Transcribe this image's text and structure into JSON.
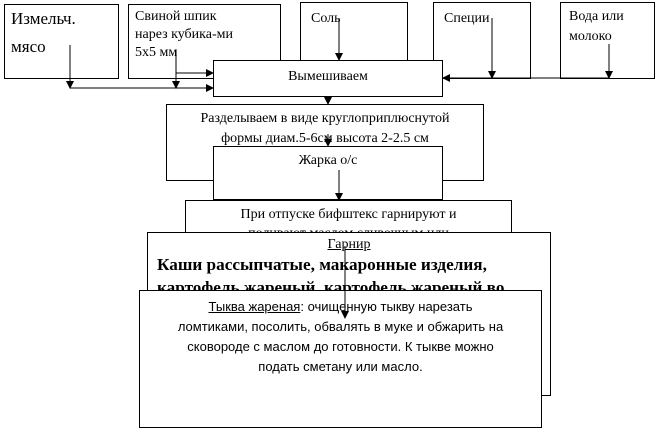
{
  "nodes": {
    "minced_meat": {
      "line1": "Измельч.",
      "line2": "мясо"
    },
    "pork_fat": {
      "line1": "Свиной шпик",
      "line2": "нарез кубика-ми",
      "line3": "5х5 мм"
    },
    "salt": {
      "text": "Соль"
    },
    "spices": {
      "text": "Специи"
    },
    "water_milk": {
      "line1": "Вода или",
      "line2": "молоко"
    },
    "mix": {
      "text": "Вымешиваем"
    },
    "shape": {
      "line1": "Разделываем в виде круглоприплюснутой",
      "line2": "формы диам.5-6см высота 2-2.5 см"
    },
    "fry": {
      "text": "Жарка о/с"
    },
    "serve": {
      "line1": "При отпуске бифштекс гарнируют и",
      "line2": "поливают маслом сливочным или"
    },
    "garnish": {
      "title": "Гарнир",
      "line1": "Каши рассыпчатые, макаронные изделия,",
      "line2": "картофель жареный, картофель жареный во"
    },
    "pumpkin": {
      "title": "Тыква жареная",
      "line1_rest": ": очищенную тыкву нарезать",
      "line2": "ломтиками, посолить, обвалять в муке и обжарить на",
      "line3": "сковороде с маслом до готовности. К тыкве можно",
      "line4": "подать сметану или масло."
    }
  }
}
